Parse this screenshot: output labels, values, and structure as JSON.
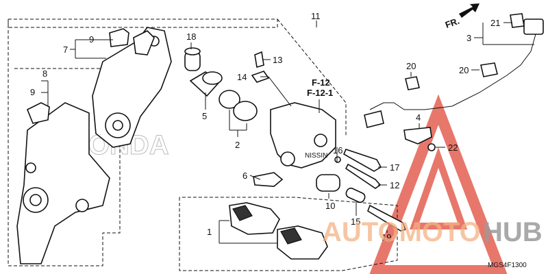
{
  "diagram": {
    "callouts": {
      "p1": "1",
      "p2": "2",
      "p3": "3",
      "p4": "4",
      "p5": "5",
      "p6": "6",
      "p7": "7",
      "p8": "8",
      "p9a": "9",
      "p9b": "9",
      "p10": "10",
      "p11": "11",
      "p12": "12",
      "p13": "13",
      "p14": "14",
      "p15": "15",
      "p16": "16",
      "p17": "17",
      "p18": "18",
      "p19": "19",
      "p20a": "20",
      "p20b": "20",
      "p21": "21",
      "p22": "22"
    },
    "refs": {
      "ref1": "F-12",
      "ref2": "F-12-1"
    },
    "direction_label": "FR.",
    "diagram_code": "MGS4F1300",
    "brand_mark": "HONDA",
    "caliper_mark": "NISSIN",
    "watermark": {
      "part1": "AUTOMOTO",
      "part2": "HUB"
    }
  },
  "colors": {
    "watermark_orange": "#f4b183",
    "watermark_gray": "#9a9a9a",
    "watermark_red": "#e04a3a",
    "line": "#111111"
  }
}
